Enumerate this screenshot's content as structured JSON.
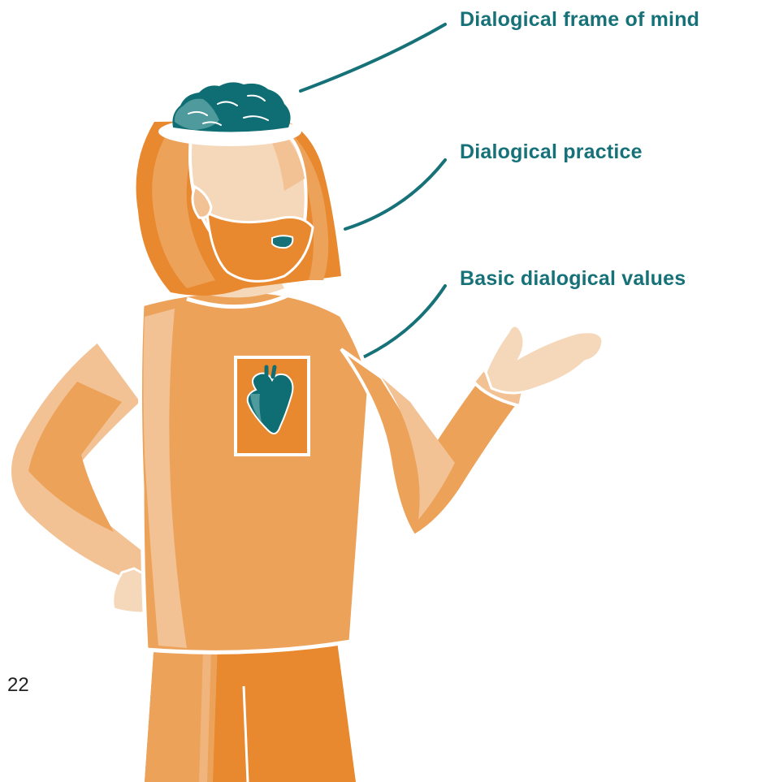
{
  "callouts": {
    "mind": "Dialogical frame of mind",
    "practice": "Dialogical practice",
    "values": "Basic dialogical values"
  },
  "page_number": "22",
  "colors": {
    "teal_text": "#167278",
    "teal_dark": "#0f6e73",
    "teal_light": "#4f9a9c",
    "orange_dark": "#e8882f",
    "orange_mid": "#eda25a",
    "orange_light": "#f2c294",
    "skin_light": "#f5d7b9"
  }
}
